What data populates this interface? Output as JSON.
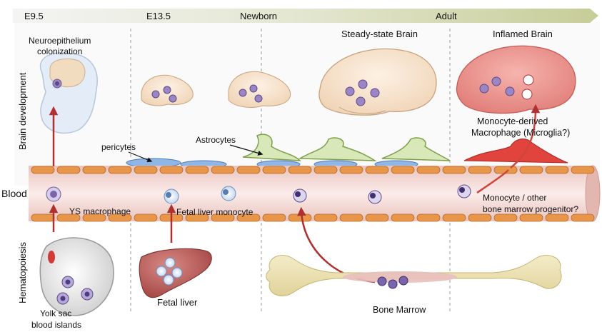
{
  "timeline": {
    "stages": [
      "E9.5",
      "E13.5",
      "Newborn",
      "Adult"
    ]
  },
  "side_labels": {
    "brain_development": "Brain development",
    "blood": "Blood",
    "hematopoiesis": "Hematopoiesis"
  },
  "brain_labels": {
    "neuroepithelium": [
      "Neuroepithelium",
      "colonization"
    ],
    "steady_state": "Steady-state Brain",
    "inflamed": "Inflamed Brain",
    "monocyte_derived": [
      "Monocyte-derived",
      "Macrophage (Microglia?)"
    ]
  },
  "cell_labels": {
    "pericytes": "pericytes",
    "astrocytes": "Astrocytes",
    "ys_macrophage": "YS macrophage",
    "fetal_liver_monocyte": "Fetal liver monocyte",
    "monocyte_progenitor": [
      "Monocyte / other",
      "bone marrow progenitor?"
    ]
  },
  "organ_labels": {
    "yolk_sac": [
      "Yolk sac",
      "blood islands"
    ],
    "fetal_liver": "Fetal liver",
    "bone_marrow": "Bone Marrow"
  },
  "colors": {
    "timeline_arrow": "#c9cfa0",
    "vessel": "#f6dcd8",
    "endothelial": "#e8974a",
    "pericyte": "#6c9ad6",
    "astrocyte": "#a8c56d",
    "brain": "#f7e3cf",
    "inflamed_brain": "#e87b7b",
    "arrow_red": "#b03030",
    "macrophage": "#9b85c4"
  }
}
